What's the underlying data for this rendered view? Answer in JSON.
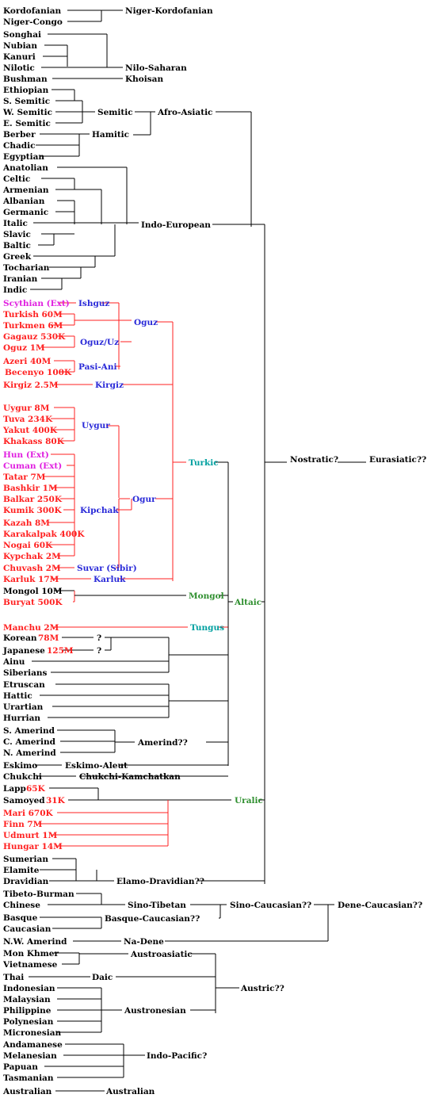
{
  "colors": {
    "black": "#000000",
    "red": "#ff2020",
    "blue": "#2a2ad8",
    "magenta": "#e020e0",
    "teal": "#00a0a0",
    "green": "#2f8f2f"
  },
  "labels": {
    "kordofanian": "Kordofanian",
    "niger_congo": "Niger-Congo",
    "niger_kordofanian": "Niger-Kordofanian",
    "songhai": "Songhai",
    "nubian": "Nubian",
    "kanuri": "Kanuri",
    "nilotic": "Nilotic",
    "nilo_saharan": "Nilo-Saharan",
    "bushman": "Bushman",
    "khoisan": "Khoisan",
    "ethiopian": "Ethiopian",
    "s_semitic": "S. Semitic",
    "w_semitic": "W. Semitic",
    "e_semitic": "E. Semitic",
    "semitic": "Semitic",
    "afro_asiatic": "Afro-Asiatic",
    "berber": "Berber",
    "chadic": "Chadic",
    "egyptian": "Egyptian",
    "hamitic": "Hamitic",
    "anatolian": "Anatolian",
    "celtic": "Celtic",
    "armenian": "Armenian",
    "albanian": "Albanian",
    "germanic": "Germanic",
    "italic": "Italic",
    "slavic": "Slavic",
    "baltic": "Baltic",
    "greek": "Greek",
    "tocharian": "Tocharian",
    "iranian": "Iranian",
    "indic": "Indic",
    "indo_european": "Indo-European",
    "scythian": "Scythian (Ext)",
    "ishguz": "Ishguz",
    "turkish": "Turkish 60M",
    "turkmen": "Turkmen 6M",
    "oguz": "Oguz",
    "gagauz": "Gagauz 530K",
    "oguz_1m": "Oguz 1M",
    "oguz_uz": "Oguz/Uz",
    "azeri": "Azeri 40M",
    "becenyo": "Becenyo 100K",
    "pasi_ani": "Pasi-Ani",
    "kirgiz_2_5m": "Kirgiz 2.5M",
    "kirgiz": "Kirgiz",
    "uygur_8m": "Uygur 8M",
    "tuva": "Tuva 234K",
    "yakut": "Yakut 400K",
    "khakass": "Khakass 80K",
    "uygur": "Uygur",
    "turkic": "Turkic",
    "hun": "Hun (Ext)",
    "cuman": "Cuman (Ext)",
    "tatar": "Tatar 7M",
    "bashkir": "Bashkir 1M",
    "balkar": "Balkar 250K",
    "kumik": "Kumik 300K",
    "kipchak": "Kipchak",
    "ogur": "Ogur",
    "kazah": "Kazah 8M",
    "karakalpak": "Karakalpak 400K",
    "nogai": "Nogai 60K",
    "kypchak": "Kypchak 2M",
    "chuvash": "Chuvash 2M",
    "suvar": "Suvar (Sibir)",
    "karluk_17m": "Karluk 17M",
    "karluk": "Karluk",
    "nostratic": "Nostratic?",
    "eurasiatic": "Eurasiatic??",
    "mongol_10m": "Mongol 10M",
    "buryat": "Buryat 500K",
    "mongol": "Mongol",
    "altaic": "Altaic",
    "manchu": "Manchu 2M",
    "tungus": "Tungus",
    "korean": "Korean",
    "korean_pop": "78M",
    "japanese": "Japanese",
    "japanese_pop": "125M",
    "q1": "?",
    "q2": "?",
    "ainu": "Ainu",
    "siberians": "Siberians",
    "etruscan": "Etruscan",
    "hattic": "Hattic",
    "urartian": "Urartian",
    "hurrian": "Hurrian",
    "s_amerind": "S. Amerind",
    "c_amerind": "C. Amerind",
    "n_amerind": "N. Amerind",
    "amerind": "Amerind??",
    "eskimo": "Eskimo",
    "eskimo_aleut": "Eskimo-Aleut",
    "chukchi": "Chukchi",
    "chukchi_kamchatkan": "Chukchi-Kamchatkan",
    "lapp": "Lapp",
    "lapp_pop": "65K",
    "samoyed": "Samoyed",
    "samoyed_pop": "31K",
    "uralic": "Uralic",
    "mari": "Mari 670K",
    "finn": "Finn 7M",
    "udmurt": "Udmurt 1M",
    "hungar": "Hungar 14M",
    "sumerian": "Sumerian",
    "elamite": "Elamite",
    "dravidian": "Dravidian",
    "elamo_dravidian": "Elamo-Dravidian??",
    "tibeto_burman": "Tibeto-Burman",
    "chinese": "Chinese",
    "sino_tibetan": "Sino-Tibetan",
    "sino_caucasian": "Sino-Caucasian??",
    "dene_caucasian": "Dene-Caucasian??",
    "basque": "Basque",
    "caucasian": "Caucasian",
    "basque_caucasian": "Basque-Caucasian??",
    "nw_amerind": "N.W. Amerind",
    "na_dene": "Na-Dene",
    "mon_khmer": "Mon Khmer",
    "vietnamese": "Vietnamese",
    "austroasiatic": "Austroasiatic",
    "thai": "Thai",
    "daic": "Daic",
    "austric": "Austric??",
    "indonesian": "Indonesian",
    "malaysian": "Malaysian",
    "philippine": "Philippine",
    "polynesian": "Polynesian",
    "micronesian": "Micronesian",
    "austronesian": "Austronesian",
    "andamanese": "Andamanese",
    "melanesian": "Melanesian",
    "papuan": "Papuan",
    "tasmanian": "Tasmanian",
    "indo_pacific": "Indo-Pacific?",
    "australian_leaf": "Australian",
    "australian_family": "Australian"
  }
}
